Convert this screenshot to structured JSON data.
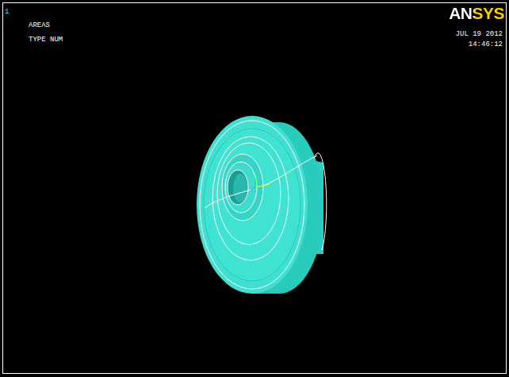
{
  "diagram": {
    "labels": [
      "1",
      "AREAS",
      "TYPE NUM",
      "ANSYS",
      "JUL 19 2012",
      "14:46:12"
    ]
  }
}
